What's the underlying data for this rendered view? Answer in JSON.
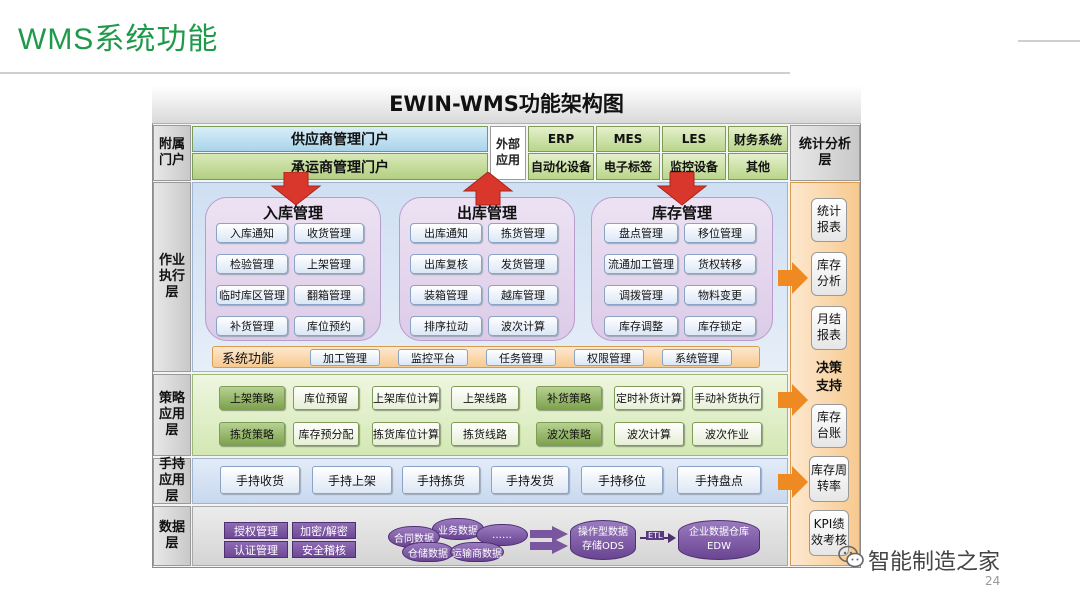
{
  "slide": {
    "title": "WMS系统功能",
    "page_number": "24",
    "watermark": "智能制造之家"
  },
  "diagram": {
    "title": "EWIN-WMS功能架构图",
    "layers": {
      "attached_portal": "附属门户",
      "execution": "作业执行层",
      "strategy": "策略应用层",
      "handheld": "手持应用层",
      "data": "数据层",
      "analysis": "统计分析层"
    },
    "portals": [
      "供应商管理门户",
      "承运商管理门户"
    ],
    "external": {
      "label": "外部应用",
      "row1": [
        "ERP",
        "MES",
        "LES",
        "财务系统"
      ],
      "row2": [
        "自动化设备",
        "电子标签",
        "监控设备",
        "其他"
      ]
    },
    "groups": [
      {
        "title": "入库管理",
        "items": [
          "入库通知",
          "收货管理",
          "检验管理",
          "上架管理",
          "临时库区管理",
          "翻箱管理",
          "补货管理",
          "库位预约"
        ]
      },
      {
        "title": "出库管理",
        "items": [
          "出库通知",
          "拣货管理",
          "出库复核",
          "发货管理",
          "装箱管理",
          "越库管理",
          "排序拉动",
          "波次计算"
        ]
      },
      {
        "title": "库存管理",
        "items": [
          "盘点管理",
          "移位管理",
          "流通加工管理",
          "货权转移",
          "调拨管理",
          "物料变更",
          "库存调整",
          "库存锁定"
        ]
      }
    ],
    "system_functions": {
      "label": "系统功能",
      "items": [
        "加工管理",
        "监控平台",
        "任务管理",
        "权限管理",
        "系统管理"
      ]
    },
    "strategy": {
      "row1": [
        "上架策略",
        "库位预留",
        "上架库位计算",
        "上架线路",
        "补货策略",
        "定时补货计算",
        "手动补货执行"
      ],
      "row2": [
        "拣货策略",
        "库存预分配",
        "拣货库位计算",
        "拣货线路",
        "波次策略",
        "波次计算",
        "波次作业"
      ]
    },
    "handheld": [
      "手持收货",
      "手持上架",
      "手持拣货",
      "手持发货",
      "手持移位",
      "手持盘点"
    ],
    "data_layer": {
      "boxes": [
        "授权管理",
        "加密/解密",
        "认证管理",
        "安全稽核"
      ],
      "cylinders": [
        "合同数据",
        "业务数据",
        "……",
        "仓储数据",
        "运输商数据"
      ],
      "ods": [
        "操作型数据",
        "存储ODS"
      ],
      "etl": "ETL",
      "edw": [
        "企业数据仓库",
        "EDW"
      ]
    },
    "analysis": {
      "top": [
        "统计报表",
        "库存分析",
        "月结报表"
      ],
      "decision": "决策支持",
      "bottom": [
        "库存台账",
        "库存周转率",
        "KPI绩效考核"
      ]
    },
    "colors": {
      "title_green": "#1e9a4a",
      "arrow_red": "#d9372b",
      "arrow_orange": "#ef8a22",
      "data_purple": "#6d4894"
    }
  }
}
